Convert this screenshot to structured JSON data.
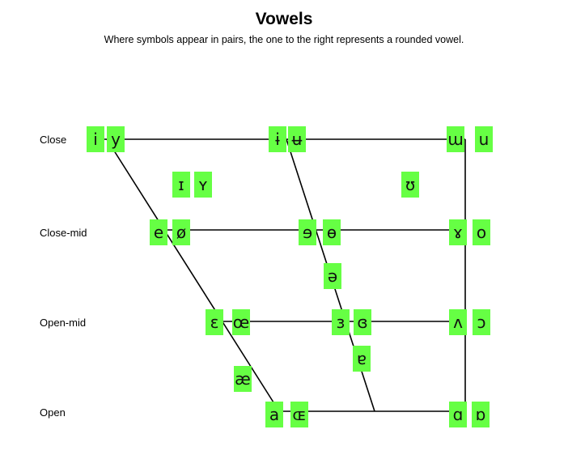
{
  "title": "Vowels",
  "subtitle": "Where symbols appear in pairs, the one to the right represents a rounded vowel.",
  "colors": {
    "box": "#66ff44",
    "line": "#000000",
    "text": "#111111"
  },
  "row_labels": [
    "Close",
    "Close-mid",
    "Open-mid",
    "Open"
  ],
  "vowels": [
    "i",
    "y",
    "ɨ",
    "ʉ",
    "ɯ",
    "u",
    "ɪ",
    "ʏ",
    "ʊ",
    "e",
    "ø",
    "ɘ",
    "ɵ",
    "ɤ",
    "o",
    "ə",
    "ɛ",
    "œ",
    "ɜ",
    "ɞ",
    "ʌ",
    "ɔ",
    "ɐ",
    "æ",
    "a",
    "ɶ",
    "ɑ",
    "ɒ"
  ]
}
